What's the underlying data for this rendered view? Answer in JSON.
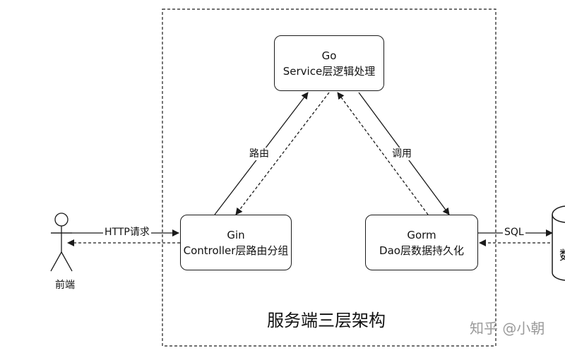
{
  "boundary": {
    "title": "服务端三层架构"
  },
  "nodes": {
    "service": {
      "line1": "Go",
      "line2": "Service层逻辑处理"
    },
    "controller": {
      "line1": "Gin",
      "line2": "Controller层路由分组"
    },
    "dao": {
      "line1": "Gorm",
      "line2": "Dao层数据持久化"
    }
  },
  "edges": {
    "route": "路由",
    "invoke": "调用",
    "http": "HTTP请求",
    "sql": "SQL"
  },
  "actor": {
    "label": "前端"
  },
  "database": {
    "partial_label": "数"
  },
  "watermark": "知乎 @小朝",
  "colors": {
    "stroke": "#1a1a1a",
    "watermark": "#9a9a9a",
    "background": "#ffffff"
  }
}
